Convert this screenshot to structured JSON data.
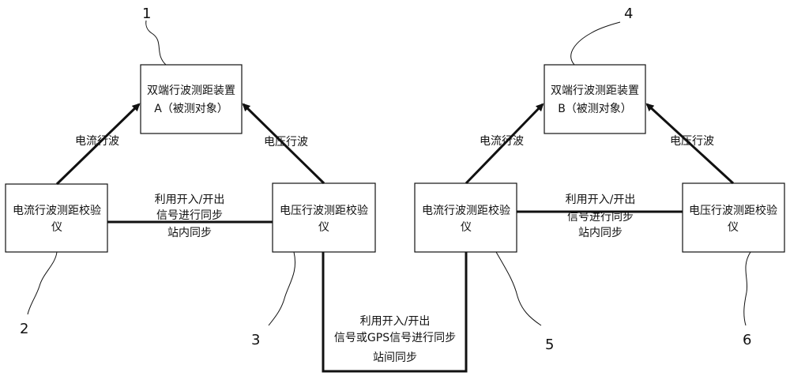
{
  "diagram": {
    "left_group": {
      "device": {
        "line1": "双端行波测距装置",
        "line2": "A（被测对象）"
      },
      "current_tester": {
        "line1": "电流行波测距校验",
        "line2": "仪"
      },
      "voltage_tester": {
        "line1": "电压行波测距校验",
        "line2": "仪"
      },
      "edge_current_label": "电流行波",
      "edge_voltage_label": "电压行波",
      "sync_label": {
        "line1": "利用开入/开出",
        "line2": "信号进行同步",
        "line3": "站内同步"
      },
      "callouts": {
        "device": "1",
        "current_tester": "2",
        "voltage_tester": "3"
      }
    },
    "right_group": {
      "device": {
        "line1": "双端行波测距装置",
        "line2": "B（被测对象）"
      },
      "current_tester": {
        "line1": "电流行波测距校验",
        "line2": "仪"
      },
      "voltage_tester": {
        "line1": "电压行波测距校验",
        "line2": "仪"
      },
      "edge_current_label": "电流行波",
      "edge_voltage_label": "电压行波",
      "sync_label": {
        "line1": "利用开入/开出",
        "line2": "信号进行同步",
        "line3": "站内同步"
      },
      "callouts": {
        "device": "4",
        "current_tester": "5",
        "voltage_tester": "6"
      }
    },
    "inter_station": {
      "line1": "利用开入/开出",
      "line2": "信号或GPS信号进行同步",
      "line3": "站间同步"
    }
  }
}
